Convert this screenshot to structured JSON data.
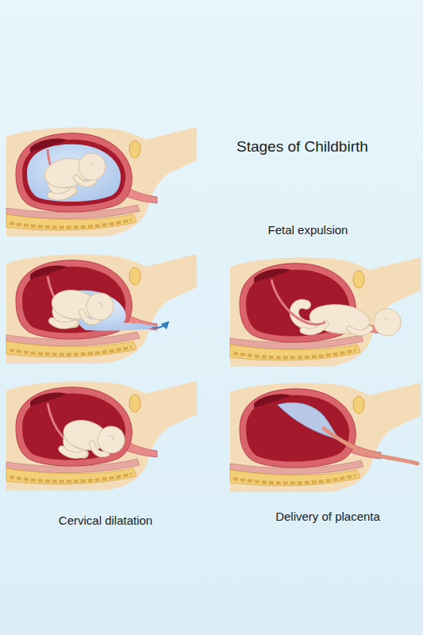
{
  "diagram": {
    "title": "Stages of Childbirth",
    "labels": [
      "Fetal expulsion",
      "Cervical dilatation",
      "Delivery of placenta"
    ]
  }
}
